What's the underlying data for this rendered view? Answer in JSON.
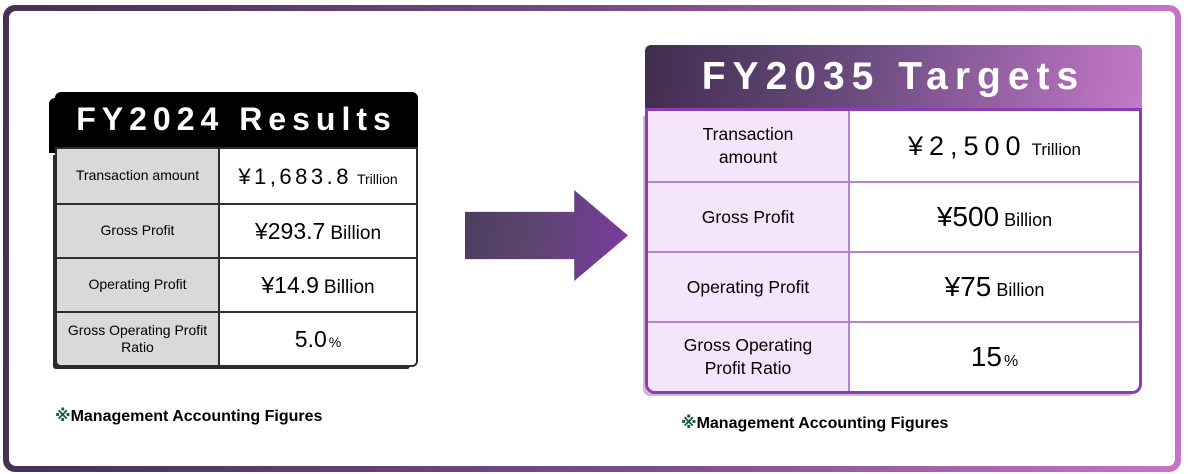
{
  "left_panel": {
    "title": "FY2024 Results",
    "rows": [
      {
        "label": "Transaction amount",
        "value": "¥1,683.8",
        "unit": "Trillion"
      },
      {
        "label": "Gross Profit",
        "value": "¥293.7",
        "unit": "Billion"
      },
      {
        "label": "Operating Profit",
        "value": "¥14.9",
        "unit": "Billion"
      },
      {
        "label": "Gross Operating Profit Ratio",
        "value": "5.0",
        "unit": "%"
      }
    ],
    "note": {
      "symbol": "※",
      "text": "Management Accounting Figures"
    }
  },
  "right_panel": {
    "title": "FY2035 Targets",
    "rows": [
      {
        "label": "Transaction amount",
        "value": "¥2,500",
        "unit": "Trillion"
      },
      {
        "label": "Gross Profit",
        "value": "¥500",
        "unit": "Billion"
      },
      {
        "label": "Operating Profit",
        "value": "¥75",
        "unit": "Billion"
      },
      {
        "label": "Gross Operating Profit Ratio",
        "value": "15",
        "unit": "%"
      }
    ],
    "note": {
      "symbol": "※",
      "text": "Management Accounting Figures"
    }
  },
  "arrow": {
    "meaning": "transition from FY2024 results to FY2035 targets",
    "direction": "right"
  },
  "colors": {
    "frame_gradient_start": "#443155",
    "frame_gradient_end": "#c873c8",
    "left_header_bg": "#000000",
    "left_label_bg": "#d9d9d9",
    "left_border": "#2f2f2f",
    "right_header_gradient_start": "#3f2d4e",
    "right_header_gradient_end": "#c478c9",
    "right_label_bg": "#f5e5fa",
    "right_outer_border": "#8a3db5",
    "right_inner_border": "#b286cf",
    "note_symbol_color": "#1e5c33",
    "arrow_gradient_start": "#4b3e5d",
    "arrow_gradient_end": "#7c3aa0"
  }
}
